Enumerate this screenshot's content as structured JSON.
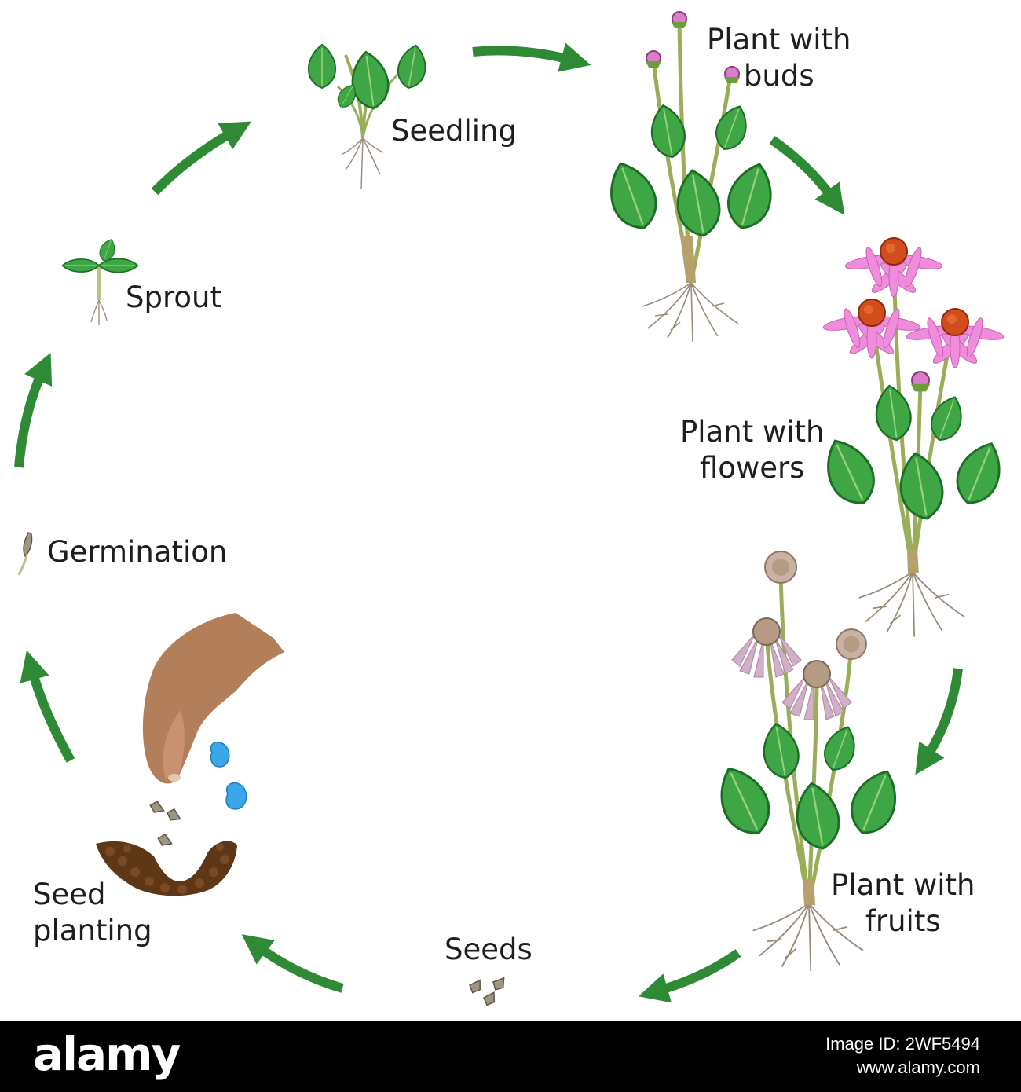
{
  "diagram": {
    "stages": {
      "seedling": "Seedling",
      "buds": [
        "Plant with",
        "buds"
      ],
      "flowers": [
        "Plant with",
        "flowers"
      ],
      "fruits": [
        "Plant with",
        "fruits"
      ],
      "seeds": "Seeds",
      "seed_planting": [
        "Seed",
        "planting"
      ],
      "germination": "Germination",
      "sprout": "Sprout"
    },
    "colors": {
      "arrow": "#2f8a36",
      "leaf": "#3fa645",
      "leaf_dark": "#1d6e25",
      "petal": "#ef8cdc",
      "petal_faded": "#d3aec8",
      "flower_center": "#d24d1c",
      "seed_head": "#b49b84",
      "stem": "#9aae5a",
      "root": "#9a8a78",
      "soil": "#5e3717",
      "hand": "#b37f5b",
      "water": "#3aa7e8"
    }
  },
  "footer": {
    "logo": "alamy",
    "image_id_label": "Image ID: 2WF5494",
    "site": "www.alamy.com"
  }
}
